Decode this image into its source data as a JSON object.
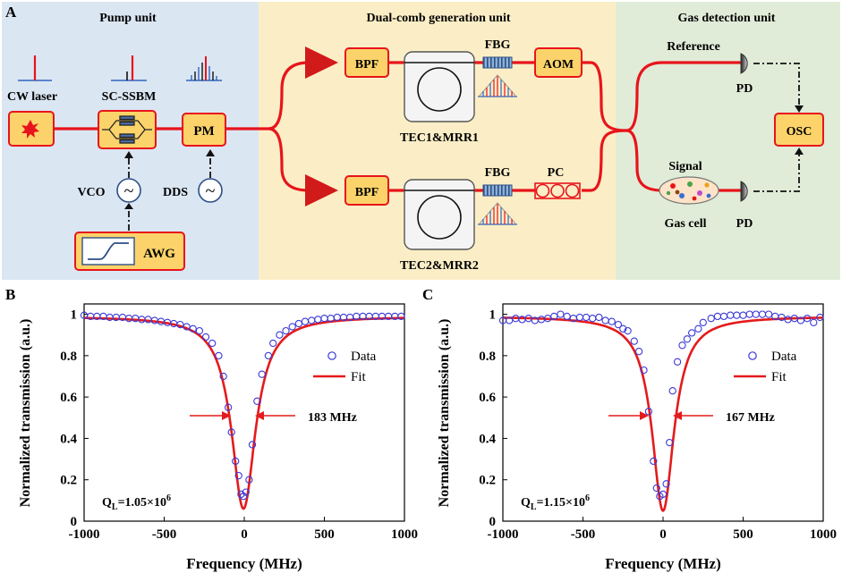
{
  "panels": {
    "a": "A",
    "b": "B",
    "c": "C"
  },
  "units": {
    "pump": "Pump unit",
    "dual": "Dual-comb generation unit",
    "gas": "Gas detection unit"
  },
  "components": {
    "cw_laser": "CW laser",
    "sc_ssbm": "SC-SSBM",
    "pm": "PM",
    "vco": "VCO",
    "dds": "DDS",
    "awg": "AWG",
    "bpf1": "BPF",
    "bpf2": "BPF",
    "fbg1": "FBG",
    "fbg2": "FBG",
    "aom": "AOM",
    "pc": "PC",
    "tec1": "TEC1&MRR1",
    "tec2": "TEC2&MRR2",
    "reference": "Reference",
    "signal": "Signal",
    "gas_cell": "Gas cell",
    "pd1": "PD",
    "pd2": "PD",
    "osc": "OSC",
    "tilde_vco": "~",
    "tilde_dds": "~"
  },
  "colors": {
    "pump_bg": "#dbe6f3",
    "dual_bg": "#fbeec6",
    "gas_bg": "#e0ecd8",
    "fiber": "#e8141b",
    "box_fill": "#fbd36a",
    "fit": "#e41a1c",
    "data": "#3a3ad6"
  },
  "chart_data": [
    {
      "type": "scatter",
      "panel": "B",
      "xlabel": "Frequency (MHz)",
      "ylabel": "Normalized transmission (a.u.)",
      "xlim": [
        -1000,
        1000
      ],
      "ylim": [
        0,
        1.05
      ],
      "xticks": [
        -1000,
        -500,
        0,
        500,
        1000
      ],
      "yticks": [
        0,
        0.2,
        0.4,
        0.6,
        0.8,
        1
      ],
      "xtick_labels": [
        "-1000",
        "-500",
        "0",
        "500",
        "1000"
      ],
      "ytick_labels": [
        "0",
        "0.2",
        "0.4",
        "0.6",
        "0.8",
        "1"
      ],
      "legend": [
        "Data",
        "Fit"
      ],
      "legend_position": "right",
      "annotation": "183 MHz",
      "q_text": "Q",
      "q_sub": "L",
      "q_value": "=1.05×10",
      "q_exp": "6",
      "fit": {
        "baseline": 0.99,
        "depth": 0.93,
        "center": -5,
        "fwhm": 183
      },
      "series": [
        {
          "x": [
            -1000,
            -960,
            -920,
            -880,
            -840,
            -800,
            -760,
            -720,
            -680,
            -640,
            -600,
            -560,
            -520,
            -480,
            -440,
            -400,
            -360,
            -320,
            -280,
            -240,
            -200,
            -160,
            -130,
            -100,
            -80,
            -55,
            -35,
            -20,
            -5,
            10,
            30,
            50,
            80,
            110,
            150,
            180,
            220,
            260,
            300,
            340,
            380,
            420,
            460,
            500,
            540,
            580,
            620,
            660,
            700,
            740,
            780,
            820,
            860,
            900,
            940,
            980
          ],
          "y": [
            0.995,
            0.99,
            0.99,
            0.99,
            0.985,
            0.985,
            0.985,
            0.98,
            0.98,
            0.975,
            0.975,
            0.97,
            0.965,
            0.96,
            0.955,
            0.95,
            0.94,
            0.93,
            0.92,
            0.89,
            0.86,
            0.8,
            0.7,
            0.55,
            0.43,
            0.29,
            0.22,
            0.13,
            0.12,
            0.14,
            0.2,
            0.37,
            0.58,
            0.71,
            0.8,
            0.86,
            0.9,
            0.92,
            0.94,
            0.955,
            0.965,
            0.97,
            0.975,
            0.98,
            0.98,
            0.985,
            0.985,
            0.985,
            0.99,
            0.99,
            0.99,
            0.99,
            0.99,
            0.99,
            0.99,
            0.99
          ]
        }
      ]
    },
    {
      "type": "scatter",
      "panel": "C",
      "xlabel": "Frequency (MHz)",
      "ylabel": "Normalized transmission (a.u.)",
      "xlim": [
        -1000,
        1000
      ],
      "ylim": [
        0,
        1.05
      ],
      "xticks": [
        -1000,
        -500,
        0,
        500,
        1000
      ],
      "yticks": [
        0,
        0.2,
        0.4,
        0.6,
        0.8,
        1
      ],
      "xtick_labels": [
        "-1000",
        "-500",
        "0",
        "500",
        "1000"
      ],
      "ytick_labels": [
        "0",
        "0.2",
        "0.4",
        "0.6",
        "0.8",
        "1"
      ],
      "legend": [
        "Data",
        "Fit"
      ],
      "legend_position": "right",
      "annotation": "167 MHz",
      "q_text": "Q",
      "q_sub": "L",
      "q_value": "=1.15×10",
      "q_exp": "6",
      "fit": {
        "baseline": 0.99,
        "depth": 0.94,
        "center": 0,
        "fwhm": 167
      },
      "series": [
        {
          "x": [
            -1000,
            -960,
            -920,
            -880,
            -840,
            -800,
            -760,
            -720,
            -680,
            -640,
            -600,
            -560,
            -520,
            -480,
            -440,
            -400,
            -360,
            -320,
            -280,
            -250,
            -220,
            -180,
            -150,
            -120,
            -90,
            -60,
            -40,
            -20,
            0,
            20,
            40,
            60,
            90,
            120,
            150,
            180,
            220,
            250,
            300,
            340,
            380,
            420,
            460,
            500,
            540,
            580,
            620,
            660,
            700,
            740,
            780,
            820,
            860,
            900,
            940,
            980
          ],
          "y": [
            0.97,
            0.97,
            0.98,
            0.975,
            0.98,
            0.97,
            0.975,
            0.98,
            0.99,
            1.0,
            0.99,
            0.98,
            0.985,
            0.985,
            0.98,
            0.985,
            0.97,
            0.965,
            0.95,
            0.93,
            0.92,
            0.87,
            0.82,
            0.73,
            0.53,
            0.29,
            0.16,
            0.12,
            0.13,
            0.18,
            0.38,
            0.63,
            0.77,
            0.85,
            0.88,
            0.91,
            0.93,
            0.96,
            0.98,
            0.99,
            0.99,
            0.995,
            0.995,
            0.995,
            1.0,
            1.0,
            1.0,
            1.0,
            0.99,
            0.985,
            0.975,
            0.98,
            0.97,
            0.98,
            0.96,
            0.985
          ]
        }
      ]
    }
  ]
}
